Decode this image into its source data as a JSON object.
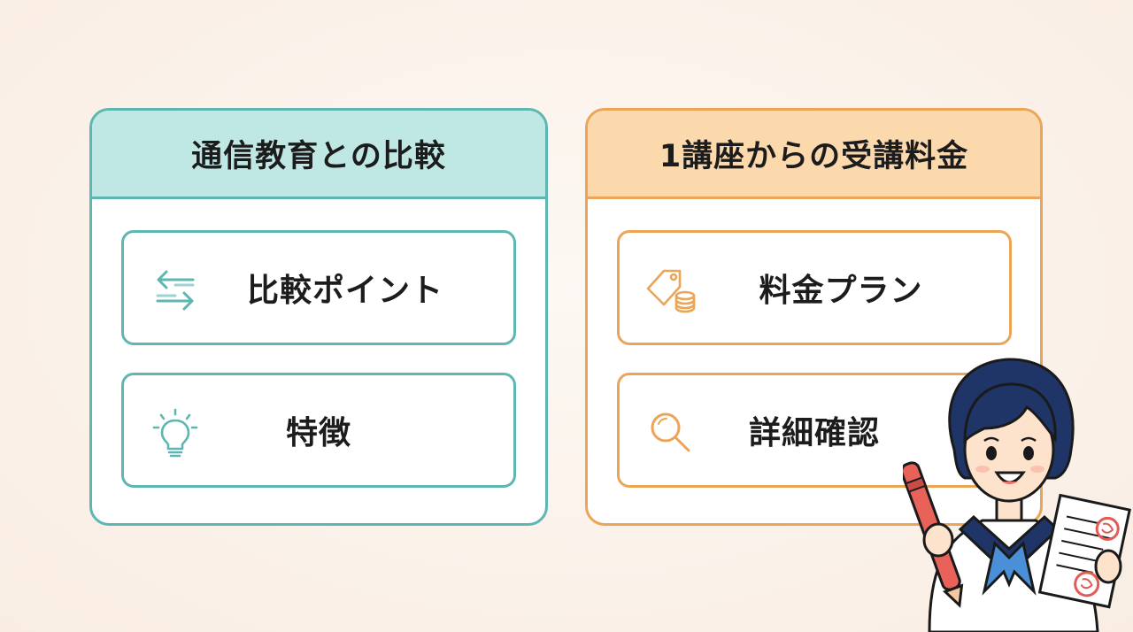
{
  "left_panel": {
    "title": "通信教育との比較",
    "items": [
      {
        "label": "比較ポイント",
        "icon": "swap-arrows-icon"
      },
      {
        "label": "特徴",
        "icon": "lightbulb-icon"
      }
    ]
  },
  "right_panel": {
    "title": "1講座からの受講料金",
    "items": [
      {
        "label": "料金プラン",
        "icon": "price-tag-coins-icon"
      },
      {
        "label": "詳細確認",
        "icon": "magnifier-icon"
      }
    ]
  },
  "colors": {
    "teal": "#5db6b2",
    "teal_light": "#bfe8e4",
    "orange": "#eca457",
    "orange_light": "#fcd8ad",
    "background": "#fbf1e8"
  }
}
